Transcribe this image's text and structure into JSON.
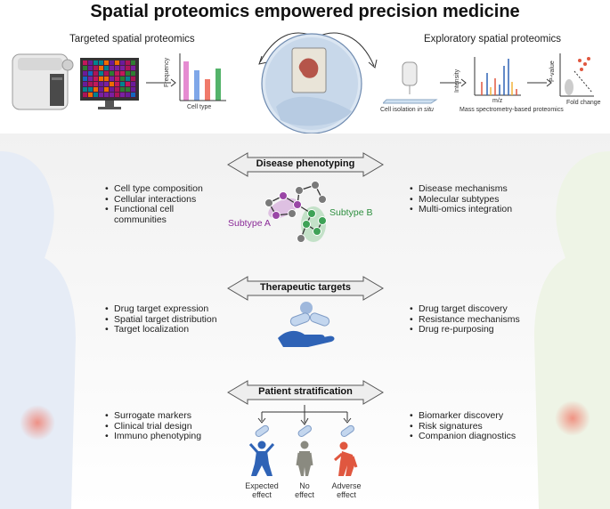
{
  "title": "Spatial proteomics empowered precision medicine",
  "top": {
    "left_heading": "Targeted spatial proteomics",
    "right_heading": "Exploratory spatial proteomics",
    "bar_chart": {
      "ylabel": "Frequency",
      "xlabel": "Cell type",
      "bar_colors": [
        "#e58bd1",
        "#7fa7e8",
        "#f07a6a",
        "#54b36a"
      ]
    },
    "cell_isolation_label_prefix": "Cell isolation ",
    "cell_isolation_label_italic": "in situ",
    "ms_label": "Mass spectrometry-based proteomics",
    "spectrum_ylabel": "Intensity",
    "spectrum_xlabel": "m/z",
    "volcano_ylabel": "P-value",
    "volcano_xlabel": "Fold change"
  },
  "sections": [
    {
      "banner": "Disease phenotyping",
      "left": [
        "Cell type composition",
        "Cellular interactions",
        "Functional cell communities"
      ],
      "right": [
        "Disease mechanisms",
        "Molecular subtypes",
        "Multi-omics integration"
      ]
    },
    {
      "banner": "Therapeutic targets",
      "left": [
        "Drug target expression",
        "Spatial target distribution",
        "Target localization"
      ],
      "right": [
        "Drug target discovery",
        "Resistance mechanisms",
        "Drug re-purposing"
      ]
    },
    {
      "banner": "Patient stratification",
      "left": [
        "Surrogate markers",
        "Clinical trial design",
        "Immuno phenotyping"
      ],
      "right": [
        "Biomarker discovery",
        "Risk signatures",
        "Companion diagnostics"
      ]
    }
  ],
  "network": {
    "subtype_a": "Subtype A",
    "subtype_b": "Subtype B",
    "subtype_a_color": "#8a2a97",
    "subtype_b_color": "#2e8f3f"
  },
  "outcomes": [
    {
      "line1": "Expected",
      "line2": "effect",
      "color": "#2f63b6"
    },
    {
      "line1": "No",
      "line2": "effect",
      "color": "#8a8a80"
    },
    {
      "line1": "Adverse",
      "line2": "effect",
      "color": "#e0573f"
    }
  ]
}
